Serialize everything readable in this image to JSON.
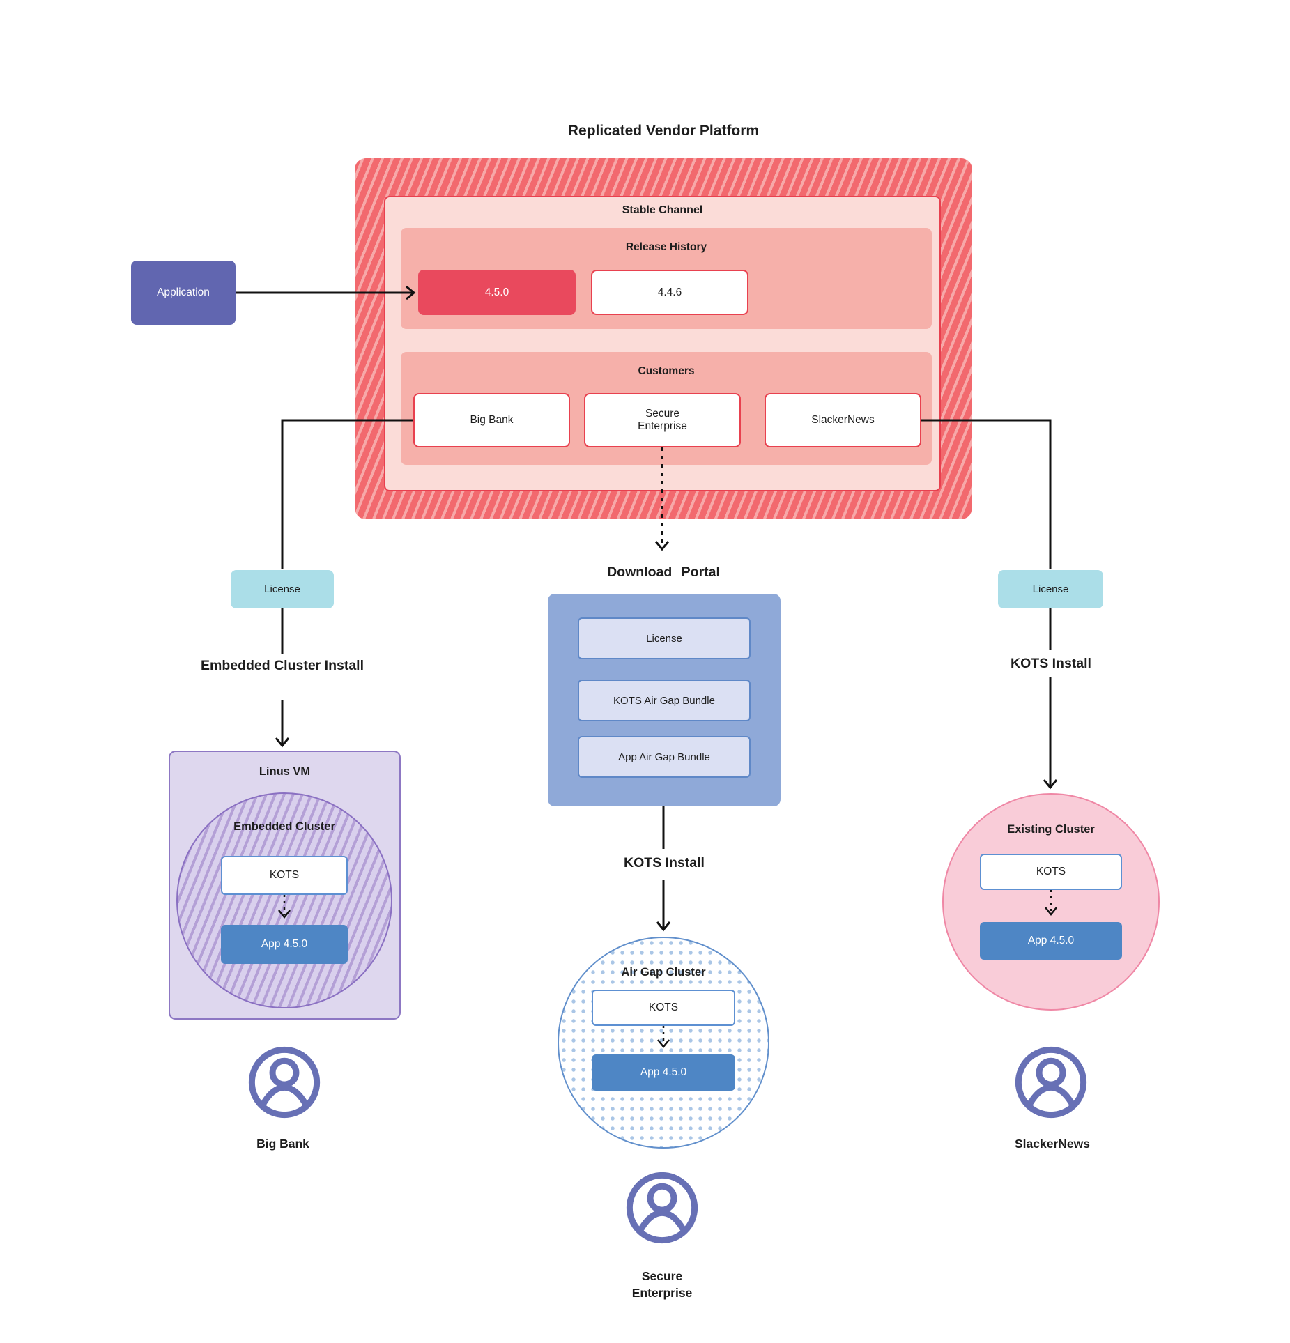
{
  "title": "Replicated Vendor Platform",
  "application": {
    "label": "Application"
  },
  "platform": {
    "stable_channel_label": "Stable Channel",
    "release_history": {
      "label": "Release History",
      "releases": [
        {
          "version": "4.5.0",
          "highlighted": true
        },
        {
          "version": "4.4.6",
          "highlighted": false
        }
      ]
    },
    "customers": {
      "label": "Customers",
      "items": [
        "Big Bank",
        "Secure Enterprise",
        "SlackerNews"
      ]
    }
  },
  "flows": {
    "left": {
      "license": "License",
      "install": "Embedded Cluster Install",
      "vm_label": "Linus VM",
      "cluster_label": "Embedded Cluster",
      "kots": "KOTS",
      "app": "App 4.5.0",
      "user": "Big Bank"
    },
    "middle": {
      "portal_title": "Download Portal",
      "portal_items": [
        "License",
        "KOTS Air Gap Bundle",
        "App Air Gap Bundle"
      ],
      "install": "KOTS Install",
      "cluster_label": "Air Gap Cluster",
      "kots": "KOTS",
      "app": "App 4.5.0",
      "user": "Secure Enterprise"
    },
    "right": {
      "license": "License",
      "install": "KOTS Install",
      "cluster_label": "Existing Cluster",
      "kots": "KOTS",
      "app": "App 4.5.0",
      "user": "SlackerNews"
    }
  },
  "colors": {
    "hatch_red": "#f2696e",
    "hatch_stripe": "#f7a8a8",
    "stable_bg": "#fbdcd8",
    "red_border": "#e8414f",
    "container_pink": "#f6b0aa",
    "release_highlight": "#e9495d",
    "application_indigo": "#6166b0",
    "license_cyan": "#abdee8",
    "portal_blue": "#8fa9d8",
    "portal_item_bg": "#dbe0f3",
    "portal_item_border": "#5f88c7",
    "vm_purple_bg": "#ded7ee",
    "vm_purple_border": "#8d77c3",
    "app_steel_blue": "#4e86c5",
    "kots_border": "#5d90d2",
    "airgap_border": "#6290cc",
    "existing_pink_bg": "#f9ccd8",
    "existing_pink_border": "#ef87a5",
    "user_icon": "#6770b5",
    "line": "#111111"
  }
}
